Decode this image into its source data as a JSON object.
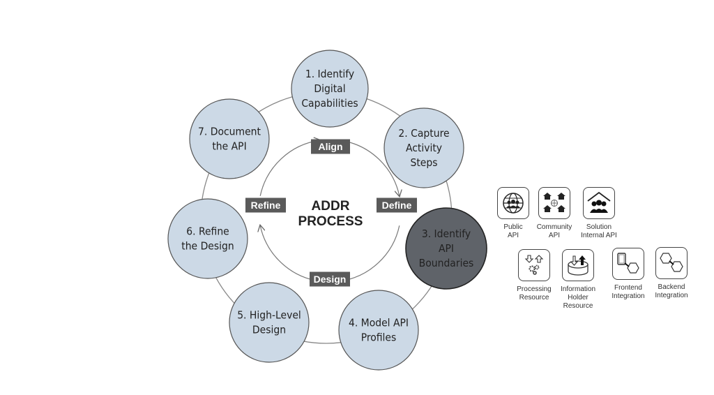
{
  "diagram": {
    "title": "ADDR PROCESS",
    "center_lines": [
      "ADDR",
      "PROCESS"
    ],
    "colors": {
      "node_fill": "#ccd9e6",
      "node_highlight_fill": "#5f6369",
      "node_stroke": "#555555",
      "phase_fill": "#5a5a5a",
      "line": "#777777"
    },
    "steps": [
      {
        "number": 1,
        "lines": [
          "1. Identify",
          "Digital",
          "Capabilities"
        ],
        "highlighted": false
      },
      {
        "number": 2,
        "lines": [
          "2. Capture",
          "Activity",
          "Steps"
        ],
        "highlighted": false
      },
      {
        "number": 3,
        "lines": [
          "3. Identify",
          "API",
          "Boundaries"
        ],
        "highlighted": true
      },
      {
        "number": 4,
        "lines": [
          "4. Model API",
          "Profiles"
        ],
        "highlighted": false
      },
      {
        "number": 5,
        "lines": [
          "5. High-Level",
          "Design"
        ],
        "highlighted": false
      },
      {
        "number": 6,
        "lines": [
          "6. Refine",
          "the Design"
        ],
        "highlighted": false
      },
      {
        "number": 7,
        "lines": [
          "7. Document",
          "the API"
        ],
        "highlighted": false
      }
    ],
    "phases": [
      "Align",
      "Define",
      "Design",
      "Refine"
    ]
  },
  "legend": {
    "row1": [
      {
        "icon": "public-api-icon",
        "label": "Public\nAPI"
      },
      {
        "icon": "community-api-icon",
        "label": "Community\nAPI"
      },
      {
        "icon": "solution-internal-api-icon",
        "label": "Solution\nInternal API"
      }
    ],
    "row2": [
      {
        "icon": "processing-resource-icon",
        "label": "Processing\nResource"
      },
      {
        "icon": "information-holder-resource-icon",
        "label": "Information\nHolder\nResource"
      },
      {
        "icon": "frontend-integration-icon",
        "label": "Frontend\nIntegration"
      },
      {
        "icon": "backend-integration-icon",
        "label": "Backend\nIntegration"
      }
    ]
  }
}
